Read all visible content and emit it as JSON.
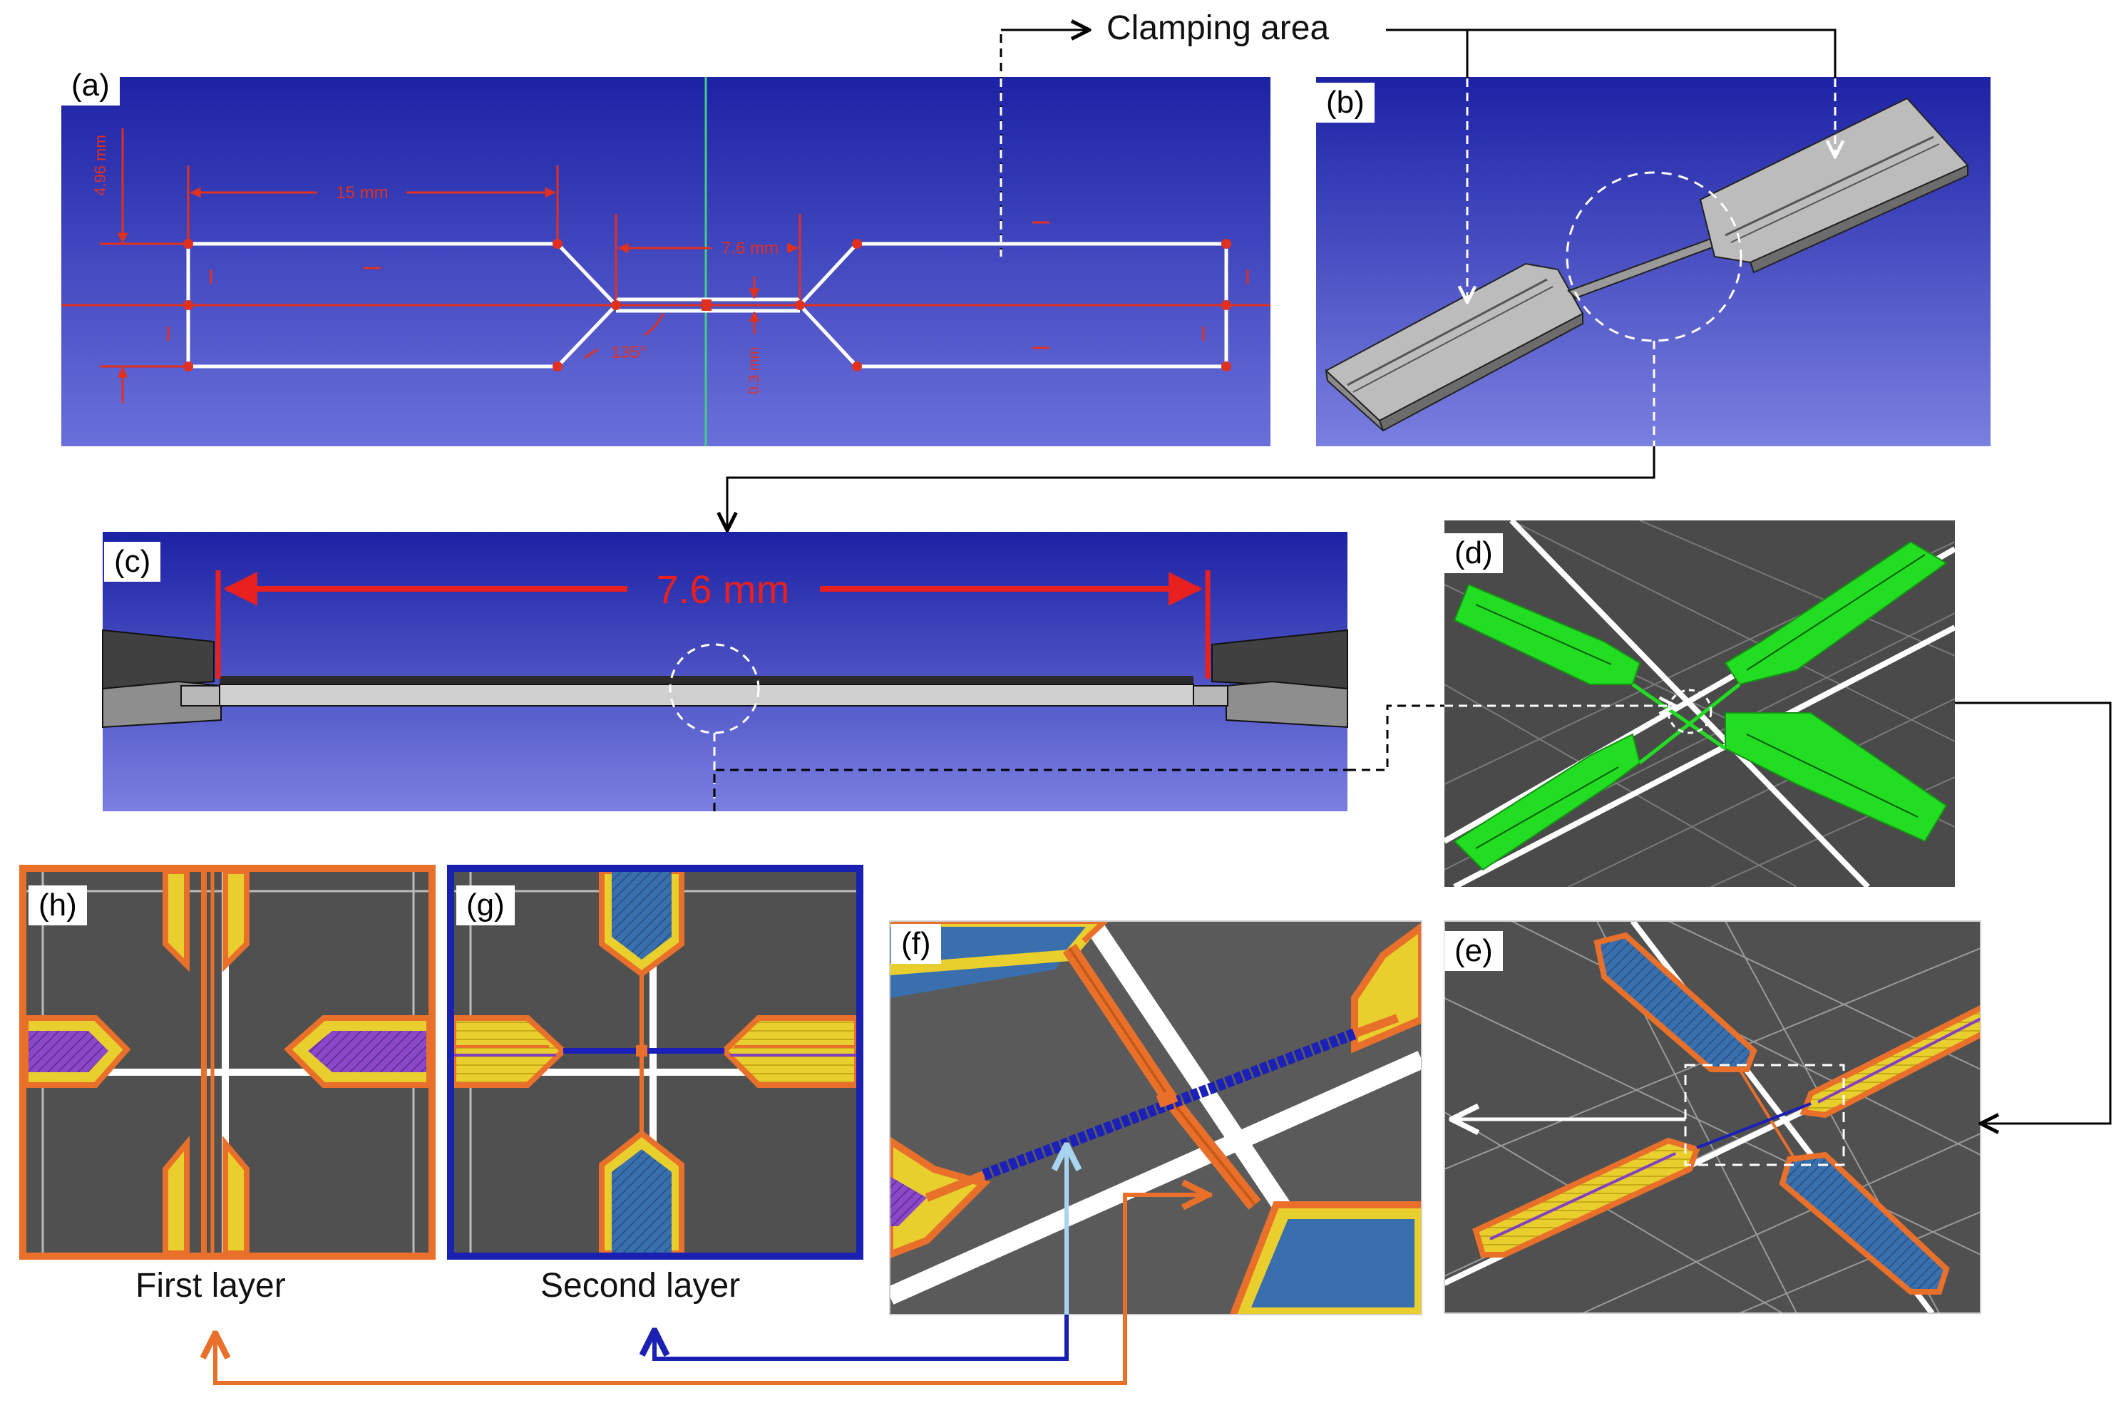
{
  "panels": {
    "a": "(a)",
    "b": "(b)",
    "c": "(c)",
    "d": "(d)",
    "e": "(e)",
    "f": "(f)",
    "g": "(g)",
    "h": "(h)"
  },
  "callouts": {
    "clamping_area": "Clamping area",
    "first_layer": "First layer",
    "second_layer": "Second layer"
  },
  "sketch_dims": {
    "width": "4.96 mm",
    "grip_length": "15 mm",
    "gauge_length": "7.6 mm",
    "angle": "135°",
    "gauge_width": "0.3 mm"
  },
  "side_dim": "7.6 mm",
  "colors": {
    "cad_blue_top": "#1e24a8",
    "cad_blue_bottom": "#6a6fd8",
    "sketch_line": "#e03020",
    "slicer_gray": "#4a4a4a",
    "part_green": "#22dd22",
    "perimeter_orange": "#e8702a",
    "inner_yellow": "#e8d030",
    "infill_blue": "#3a70b0",
    "infill_purple": "#8040c0",
    "bridge_blue": "#1a20b8",
    "arrow_blue": "#1a20b0",
    "arrow_light_blue": "#a8d4f0"
  }
}
